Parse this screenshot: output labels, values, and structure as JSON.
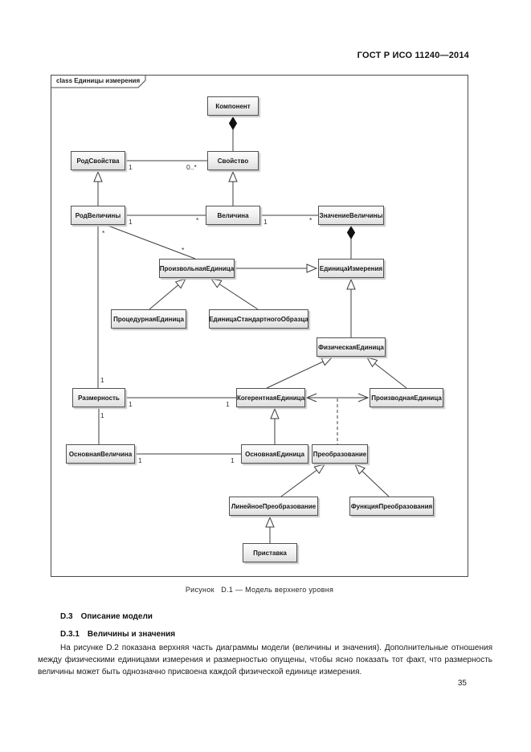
{
  "header": {
    "title": "ГОСТ Р ИСО 11240—2014"
  },
  "diagram": {
    "frame_label": "class Единицы измерения",
    "nodes": [
      {
        "label": "Компонент"
      },
      {
        "label": "РодСвойства"
      },
      {
        "label": "Свойство"
      },
      {
        "label": "РодВеличины"
      },
      {
        "label": "Величина"
      },
      {
        "label": "ЗначениеВеличины"
      },
      {
        "label": "ПроизвольнаяЕдиница"
      },
      {
        "label": "ЕдиницаИзмерения"
      },
      {
        "label": "ПроцедурнаяЕдиница"
      },
      {
        "label": "ЕдиницаСтандартногоОбразца"
      },
      {
        "label": "ФизическаяЕдиница"
      },
      {
        "label": "Размерность"
      },
      {
        "label": "КогерентнаяЕдиница"
      },
      {
        "label": "ПроизводнаяЕдиница"
      },
      {
        "label": "ОсновнаяВеличина"
      },
      {
        "label": "ОсновнаяЕдиница"
      },
      {
        "label": "Преобразование"
      },
      {
        "label": "ЛинейноеПреобразование"
      },
      {
        "label": "ФункцияПреобразования"
      },
      {
        "label": "Приставка"
      }
    ],
    "multiplicities": [
      "1",
      "0..*",
      "1",
      "*",
      "1",
      "*",
      "*",
      "*",
      "1",
      "1",
      "1",
      "1",
      "1",
      "1"
    ]
  },
  "figure": {
    "caption": "Рисунок   D.1 — Модель верхнего уровня"
  },
  "sections": [
    {
      "number": "D.3",
      "title": "Описание модели"
    },
    {
      "number": "D.3.1",
      "title": "Величины и значения"
    }
  ],
  "paragraph": "На рисунке D.2 показана верхняя часть диаграммы модели (величины и значения). Дополнительные отношения между физическими единицами измерения и размерностью опущены, чтобы ясно показать тот факт, что размерность величины может быть однозначно присвоена каждой физической единице измерения.",
  "page_number": "35"
}
